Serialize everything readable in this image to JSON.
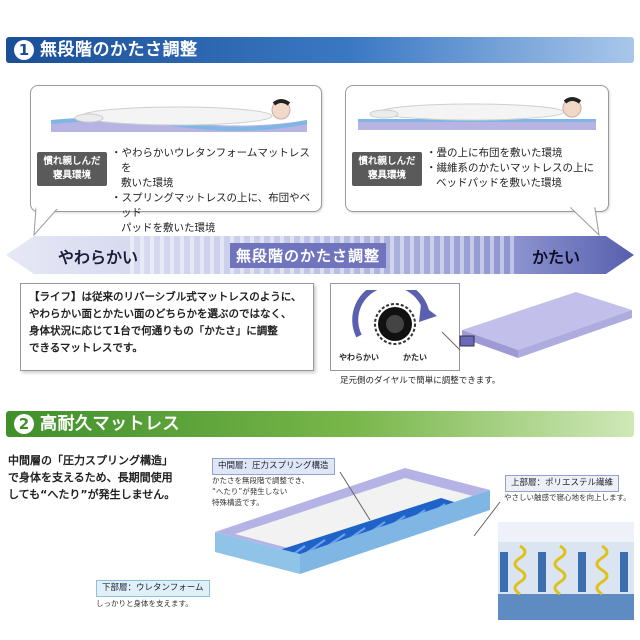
{
  "section1": {
    "number": "1",
    "title": "無段階のかたさ調整"
  },
  "card_left": {
    "badge": "慣れ親しんだ寝具環境",
    "badge_line1": "慣れ親しんだ",
    "badge_line2": "寝具環境",
    "bullet1": "やわらかいウレタンフォームマットレスを敷いた環境",
    "bullet1_line1": "やわらかいウレタンフォームマットレスを",
    "bullet1_line2": "敷いた環境",
    "bullet2": "スプリングマットレスの上に、布団やベッドパッドを敷いた環境",
    "bullet2_line1": "スプリングマットレスの上に、布団やベッド",
    "bullet2_line2": "パッドを敷いた環境"
  },
  "card_right": {
    "badge_line1": "慣れ親しんだ",
    "badge_line2": "寝具環境",
    "bullet1": "畳の上に布団を敷いた環境",
    "bullet2_line1": "繊維系のかたいマットレスの上に",
    "bullet2_line2": "ベッドパッドを敷いた環境"
  },
  "arrow": {
    "left": "やわらかい",
    "center": "無段階のかたさ調整",
    "right": "かたい"
  },
  "description": {
    "line1": "【ライフ】は従来のリバーシブル式マットレスのように、",
    "line2": "やわらかい面とかたい面のどちらかを選ぶのではなく、",
    "line3": "身体状況に応じて1台で何通りもの「かたさ」に調整",
    "line4": "できるマットレスです。"
  },
  "dial": {
    "soft": "やわらかい",
    "hard": "かたい",
    "caption": "足元側のダイヤルで簡単に調整できます。"
  },
  "section2": {
    "number": "2",
    "title": "高耐久マットレス",
    "intro_line1": "中間層の「圧力スプリング構造」",
    "intro_line2": "で身体を支えるため、長期間使用",
    "intro_line3": "しても“へたり”が発生しません。"
  },
  "layers": {
    "middle_label": "中間層：圧力スプリング構造",
    "middle_desc_line1": "かたさを無段階で調整でき、",
    "middle_desc_line2": "“へたり”が発生しない",
    "middle_desc_line3": "特殊構造です。",
    "top_label": "上部層：ポリエステル繊維",
    "top_desc": "やさしい触感で寝心地を向上します。",
    "bottom_label": "下部層：ウレタンフォーム",
    "bottom_desc": "しっかりと身体を支えます。"
  },
  "colors": {
    "header_blue": "#1a4f96",
    "header_green": "#3f8f2a",
    "mattress_lavender": "#b7b4e3",
    "mattress_blue": "#7fb6e4",
    "arrow_dark": "#5e66b3"
  }
}
